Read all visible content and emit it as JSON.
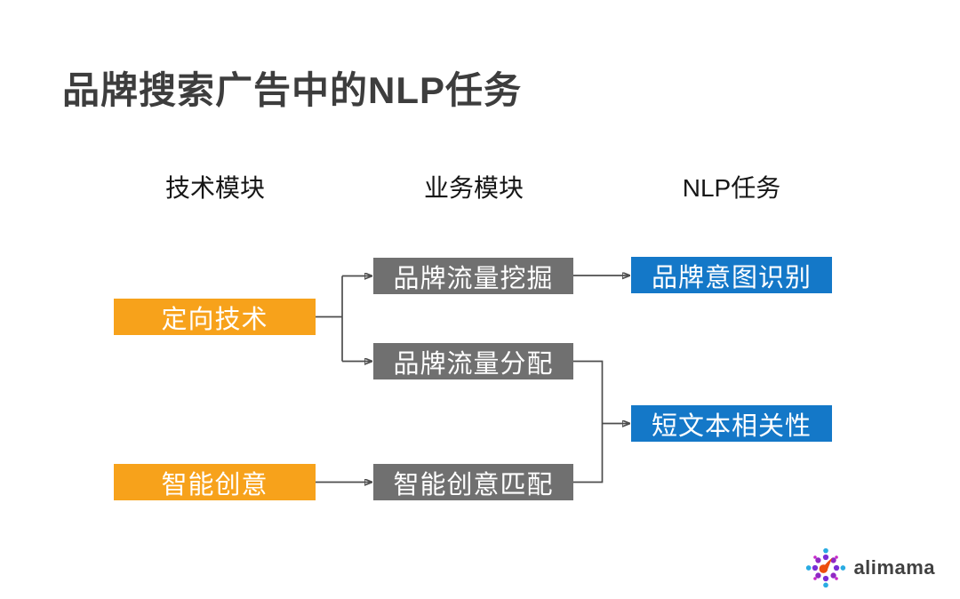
{
  "page": {
    "title": "品牌搜索广告中的NLP任务"
  },
  "columns": [
    {
      "label": "技术模块"
    },
    {
      "label": "业务模块"
    },
    {
      "label": "NLP任务"
    }
  ],
  "diagram": {
    "nodes": {
      "targeting": {
        "label": "定向技术",
        "type": "tech"
      },
      "creative": {
        "label": "智能创意",
        "type": "tech"
      },
      "mining": {
        "label": "品牌流量挖掘",
        "type": "business"
      },
      "allocation": {
        "label": "品牌流量分配",
        "type": "business"
      },
      "matching": {
        "label": "智能创意匹配",
        "type": "business"
      },
      "intent": {
        "label": "品牌意图识别",
        "type": "nlp"
      },
      "shorttext": {
        "label": "短文本相关性",
        "type": "nlp"
      }
    },
    "edges": [
      {
        "from": "targeting",
        "to": "mining"
      },
      {
        "from": "targeting",
        "to": "allocation"
      },
      {
        "from": "mining",
        "to": "intent"
      },
      {
        "from": "allocation",
        "to": "shorttext"
      },
      {
        "from": "matching",
        "to": "shorttext"
      },
      {
        "from": "creative",
        "to": "matching"
      }
    ]
  },
  "colors": {
    "tech_box": "#F7A21B",
    "business_box": "#707070",
    "nlp_box": "#1478C8",
    "box_text": "#FFFFFF",
    "title_text": "#3D3D3D",
    "header_text": "#161616",
    "connector_line": "#4D4D4D",
    "background": "#FFFFFF",
    "logo_text": "#414141",
    "logo_orange": "#ED4E0C",
    "logo_purple": "#7A2ED6",
    "logo_magenta": "#C826C8",
    "logo_cyan": "#29ABE2"
  },
  "logo": {
    "text": "alimama"
  }
}
